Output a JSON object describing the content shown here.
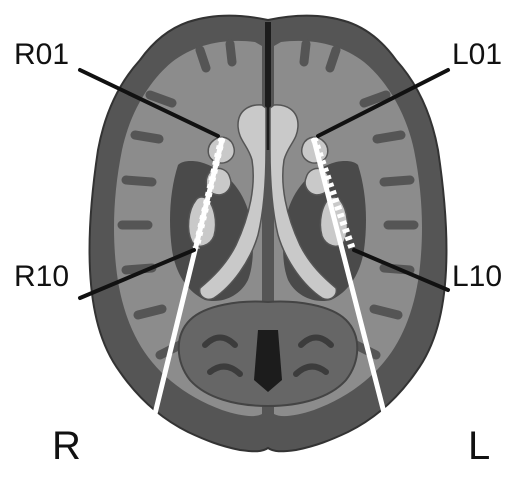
{
  "labels": {
    "r01": "R01",
    "l01": "L01",
    "r10": "R10",
    "l10": "L10",
    "side_right": "R",
    "side_left": "L"
  },
  "colors": {
    "background": "#ffffff",
    "cortex": "#555555",
    "white_matter": "#8c8c8c",
    "deep_nuclei": "#4a4a4a",
    "ventricles": "#c9c9c9",
    "midline": "#1c1c1c",
    "leader_lines": "#111111",
    "electrodes": "#ffffff"
  }
}
